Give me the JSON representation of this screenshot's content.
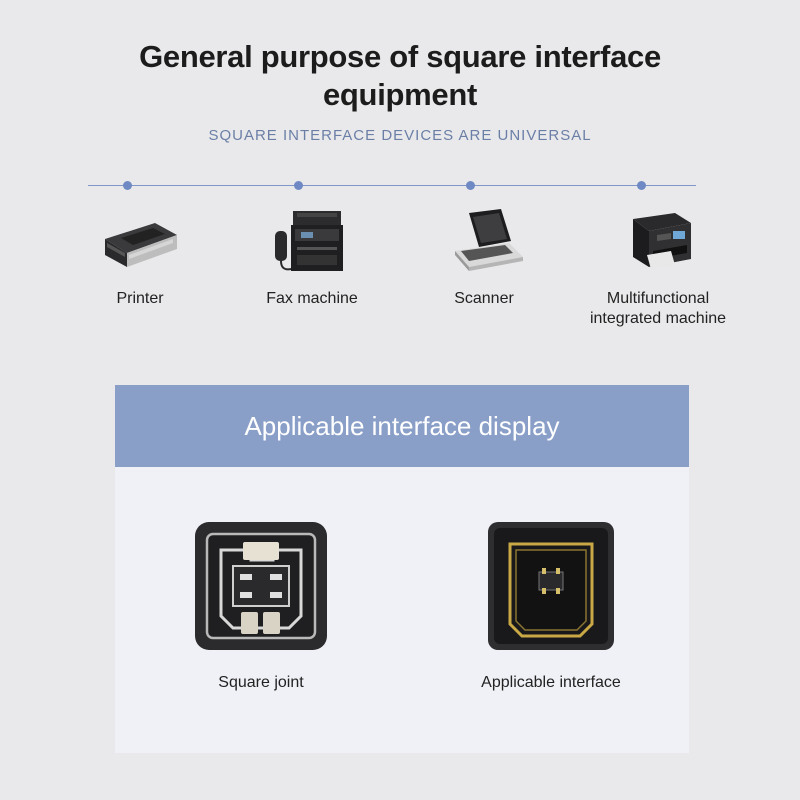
{
  "header": {
    "title_line1": "General purpose of square interface",
    "title_line2": "equipment",
    "subtitle": "SQUARE INTERFACE DEVICES ARE UNIVERSAL"
  },
  "devices": [
    {
      "label": "Printer",
      "icon": "printer-icon"
    },
    {
      "label": "Fax machine",
      "icon": "fax-machine-icon"
    },
    {
      "label": "Scanner",
      "icon": "scanner-icon"
    },
    {
      "label_line1": "Multifunctional",
      "label_line2": "integrated machine",
      "icon": "multifunction-printer-icon"
    }
  ],
  "panel": {
    "title": "Applicable interface display",
    "items": [
      {
        "label": "Square joint",
        "icon": "usb-b-connector-icon"
      },
      {
        "label": "Applicable interface",
        "icon": "usb-b-port-icon"
      }
    ]
  },
  "colors": {
    "background": "#e9e9eb",
    "accent": "#8a9fc8",
    "timeline": "#7f96c7",
    "subtitle": "#6b7fa6",
    "port_gold": "#c9a845"
  }
}
